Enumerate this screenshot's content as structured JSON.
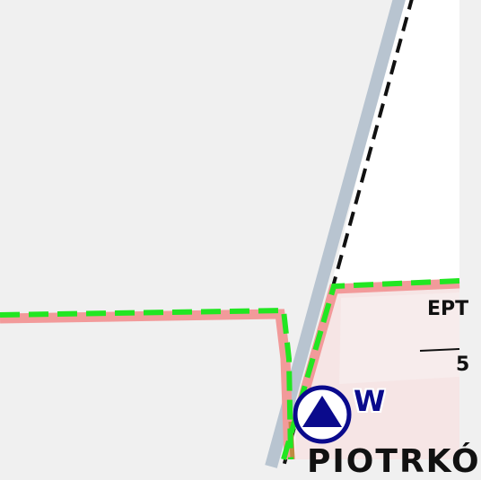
{
  "map": {
    "colors": {
      "land": "#f0f0f0",
      "white_area": "#ffffff",
      "highlight_fill": "#f6e5e5",
      "parcel_border": "#f29a9a",
      "admin_boundary": "#22e622",
      "rail": "#b8c4d0",
      "rail_dash": "#111111",
      "marker": "#0a0a8c"
    },
    "labels": {
      "region_label_1": "EPT",
      "region_label_2": "5",
      "region_label_3": "PIOTRKÓ",
      "marker_letter": "W"
    },
    "marker": {
      "icon": "triangle-in-circle-icon"
    }
  }
}
